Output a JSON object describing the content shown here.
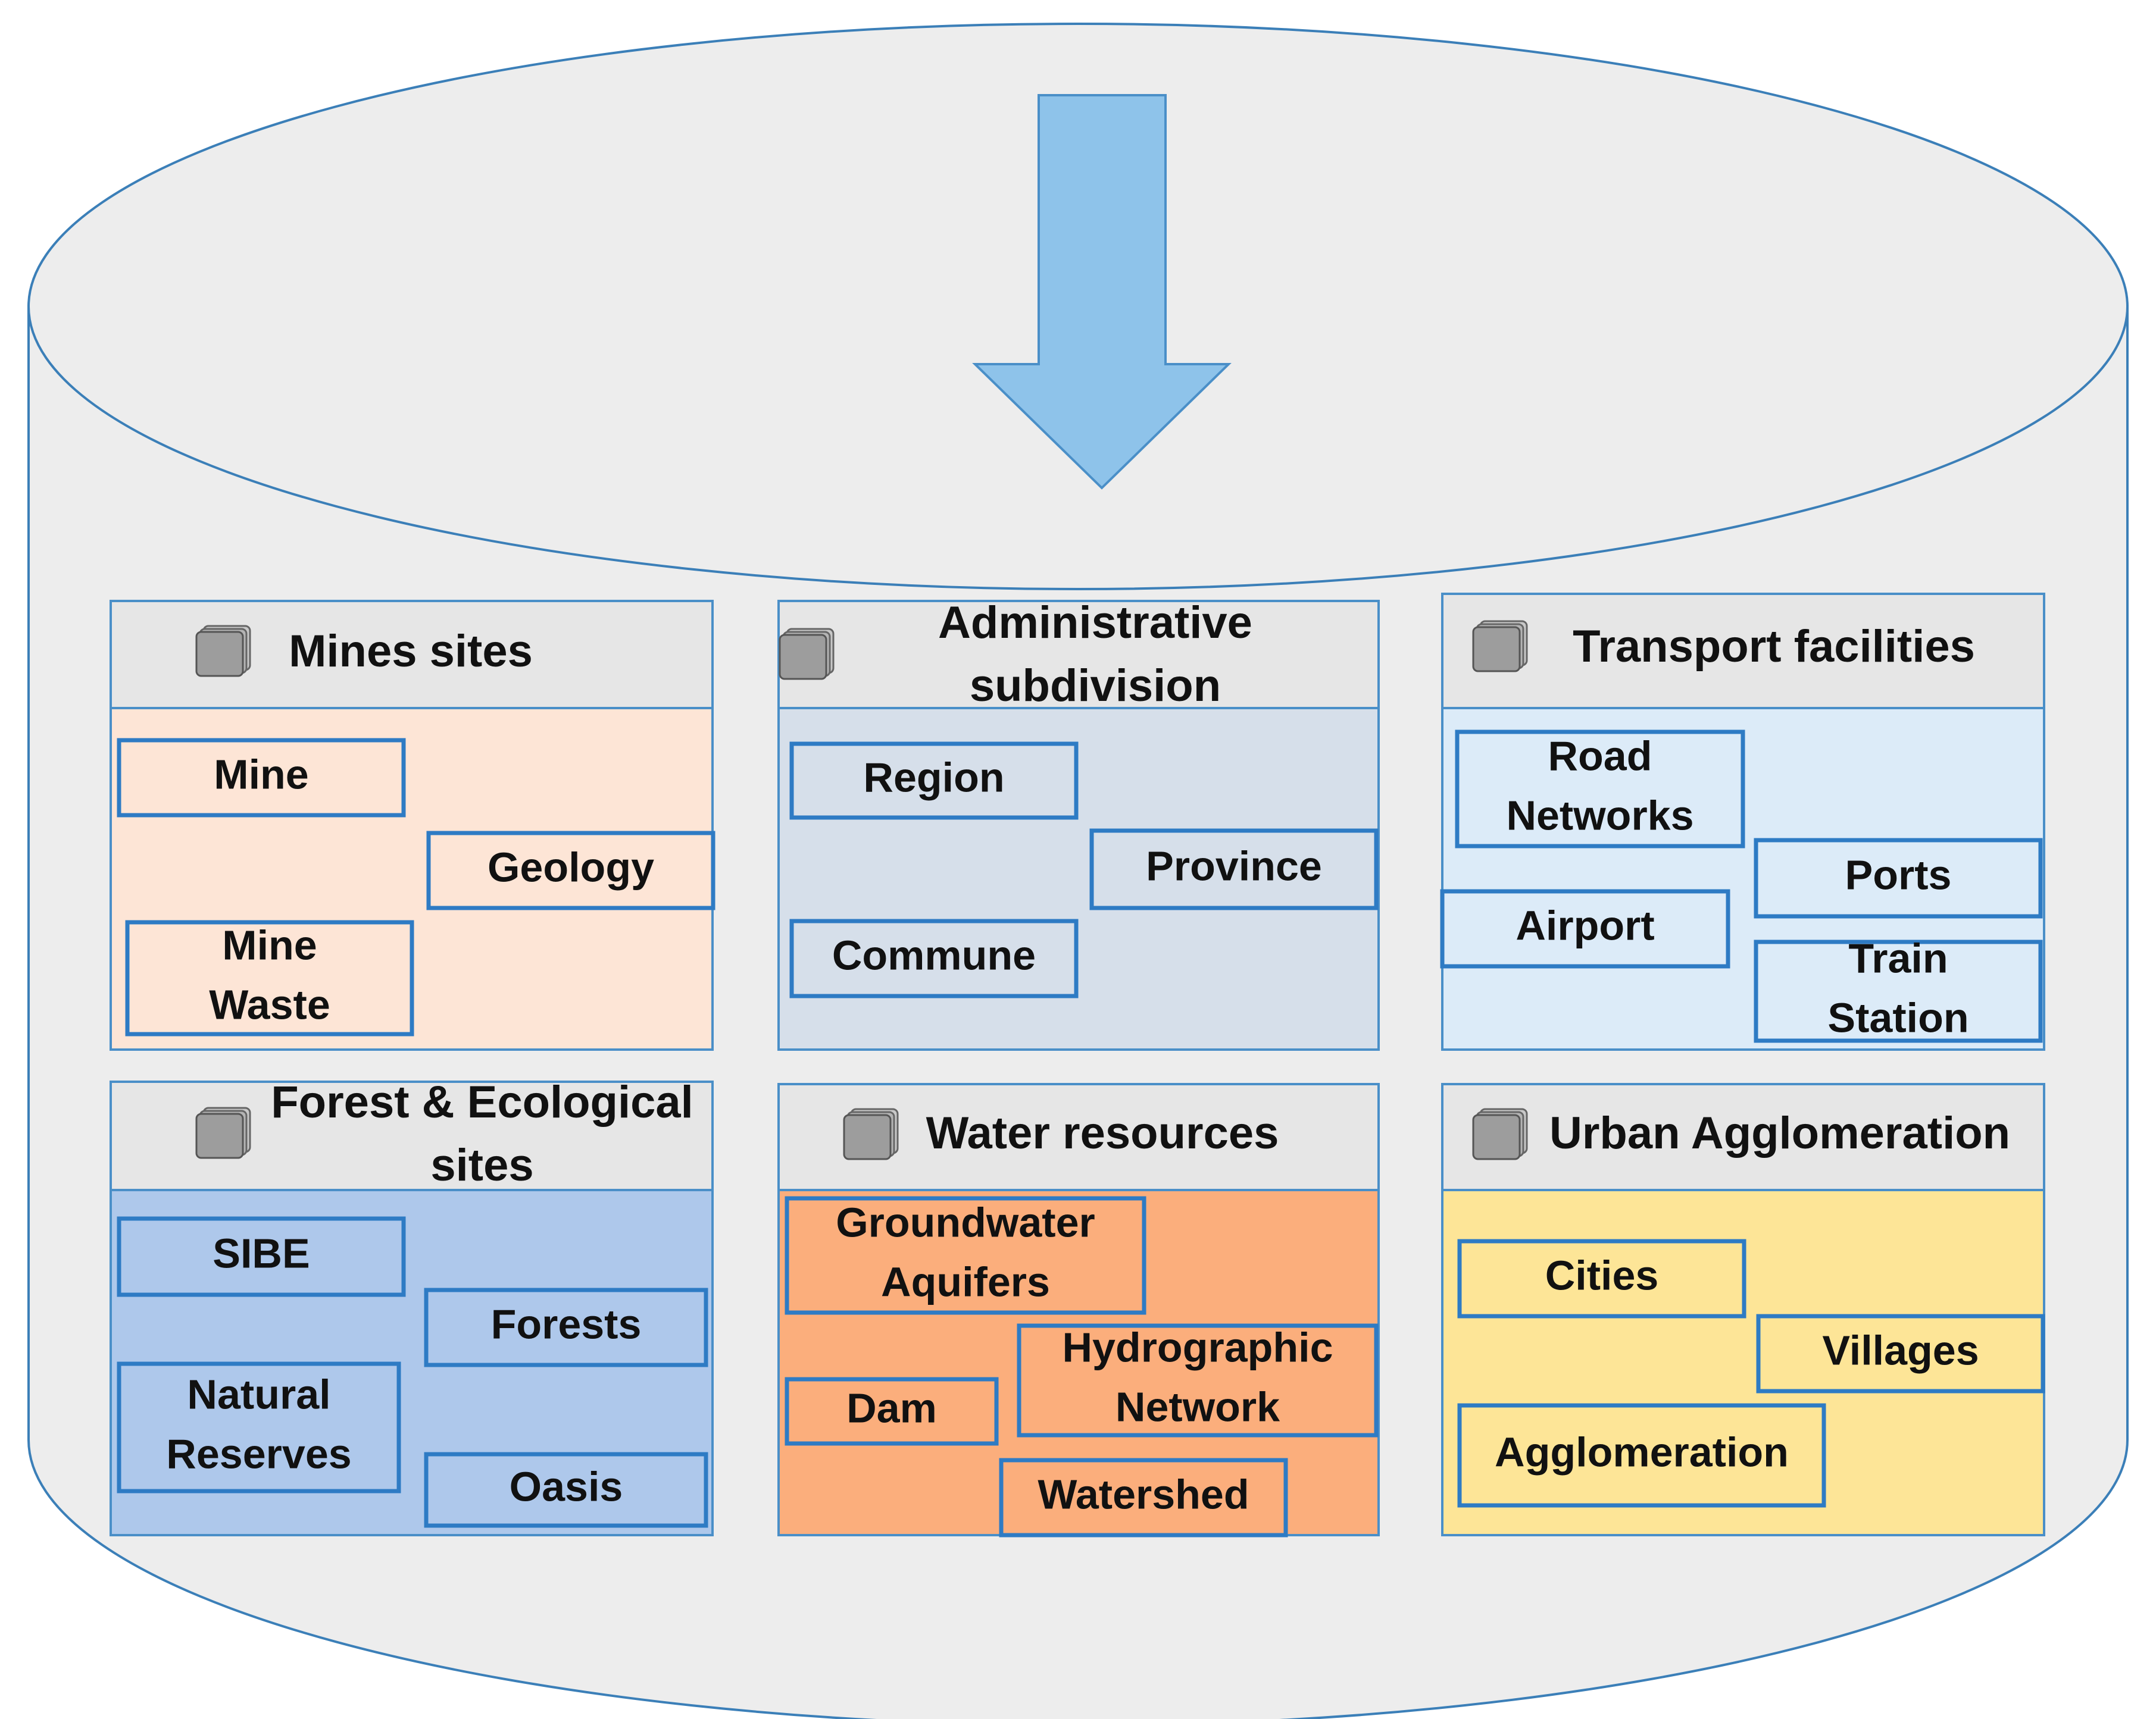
{
  "colors": {
    "cylinder_fill": "#ededed",
    "cylinder_stroke": "#3b7fb8",
    "arrow_fill": "#8ec3ea",
    "arrow_stroke": "#4a8fc8",
    "header_fill": "#e6e6e6",
    "panel_stroke": "#4a8fc8",
    "box_stroke": "#2e7bc4",
    "db_icon": "#9d9d9d"
  },
  "panels": [
    {
      "id": "mines-sites",
      "title": [
        "Mines sites"
      ],
      "icon": "database-icon",
      "body_color": "#fde5d6",
      "items": [
        {
          "id": "mine",
          "label": [
            "Mine"
          ]
        },
        {
          "id": "geology",
          "label": [
            "Geology"
          ]
        },
        {
          "id": "mine-waste",
          "label": [
            "Mine",
            "Waste"
          ]
        }
      ]
    },
    {
      "id": "administrative-subdivision",
      "title": [
        "Administrative",
        "subdivision"
      ],
      "icon": "database-icon",
      "body_color": "#d6dfea",
      "items": [
        {
          "id": "region",
          "label": [
            "Region"
          ]
        },
        {
          "id": "province",
          "label": [
            "Province"
          ]
        },
        {
          "id": "commune",
          "label": [
            "Commune"
          ]
        }
      ]
    },
    {
      "id": "transport-facilities",
      "title": [
        "Transport facilities"
      ],
      "icon": "database-icon",
      "body_color": "#dcebf8",
      "items": [
        {
          "id": "road-networks",
          "label": [
            "Road",
            "Networks"
          ]
        },
        {
          "id": "ports",
          "label": [
            "Ports"
          ]
        },
        {
          "id": "airport",
          "label": [
            "Airport"
          ]
        },
        {
          "id": "train-station",
          "label": [
            "Train",
            "Station"
          ]
        }
      ]
    },
    {
      "id": "forest-ecological-sites",
      "title": [
        "Forest & Ecological",
        "sites"
      ],
      "icon": "database-icon",
      "body_color": "#aec8eb",
      "items": [
        {
          "id": "sibe",
          "label": [
            "SIBE"
          ]
        },
        {
          "id": "forests",
          "label": [
            "Forests"
          ]
        },
        {
          "id": "natural-reserves",
          "label": [
            "Natural",
            "Reserves"
          ]
        },
        {
          "id": "oasis",
          "label": [
            "Oasis"
          ]
        }
      ]
    },
    {
      "id": "water-resources",
      "title": [
        "Water resources"
      ],
      "icon": "database-icon",
      "body_color": "#fbae7c",
      "items": [
        {
          "id": "groundwater-aquifers",
          "label": [
            "Groundwater",
            "Aquifers"
          ]
        },
        {
          "id": "hydrographic-network",
          "label": [
            "Hydrographic",
            "Network"
          ]
        },
        {
          "id": "dam",
          "label": [
            "Dam"
          ]
        },
        {
          "id": "watershed",
          "label": [
            "Watershed"
          ]
        }
      ]
    },
    {
      "id": "urban-agglomeration",
      "title": [
        "Urban Agglomeration"
      ],
      "icon": "database-icon",
      "body_color": "#fde597",
      "items": [
        {
          "id": "cities",
          "label": [
            "Cities"
          ]
        },
        {
          "id": "villages",
          "label": [
            "Villages"
          ]
        },
        {
          "id": "agglomeration",
          "label": [
            "Agglomeration"
          ]
        }
      ]
    }
  ]
}
